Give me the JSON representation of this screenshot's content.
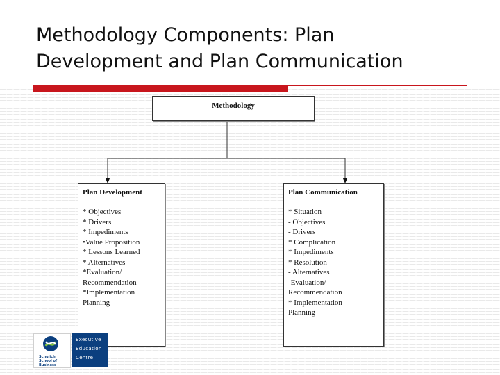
{
  "slide": {
    "title_line1": "Methodology Components:  Plan",
    "title_line2": "Development and Plan Communication",
    "accent_color": "#c8161d"
  },
  "diagram": {
    "root": {
      "label": "Methodology"
    },
    "left": {
      "heading": "Plan Development",
      "items": [
        "* Objectives",
        "* Drivers",
        "* Impediments",
        "•Value Proposition",
        "* Lessons Learned",
        "* Alternatives",
        "*Evaluation/",
        "Recommendation",
        "*Implementation",
        "Planning"
      ]
    },
    "right": {
      "heading": "Plan Communication",
      "items": [
        "* Situation",
        "- Objectives",
        "- Drivers",
        "* Complication",
        "* Impediments",
        "* Resolution",
        "- Alternatives",
        "-Evaluation/",
        "Recommendation",
        "* Implementation",
        "Planning"
      ]
    }
  },
  "footer": {
    "logo_left_lines": [
      "Schulich",
      "School of Business"
    ],
    "logo_right_lines": [
      "Executive",
      "Education",
      "Centre"
    ],
    "logo_color": "#0b3f7f"
  }
}
